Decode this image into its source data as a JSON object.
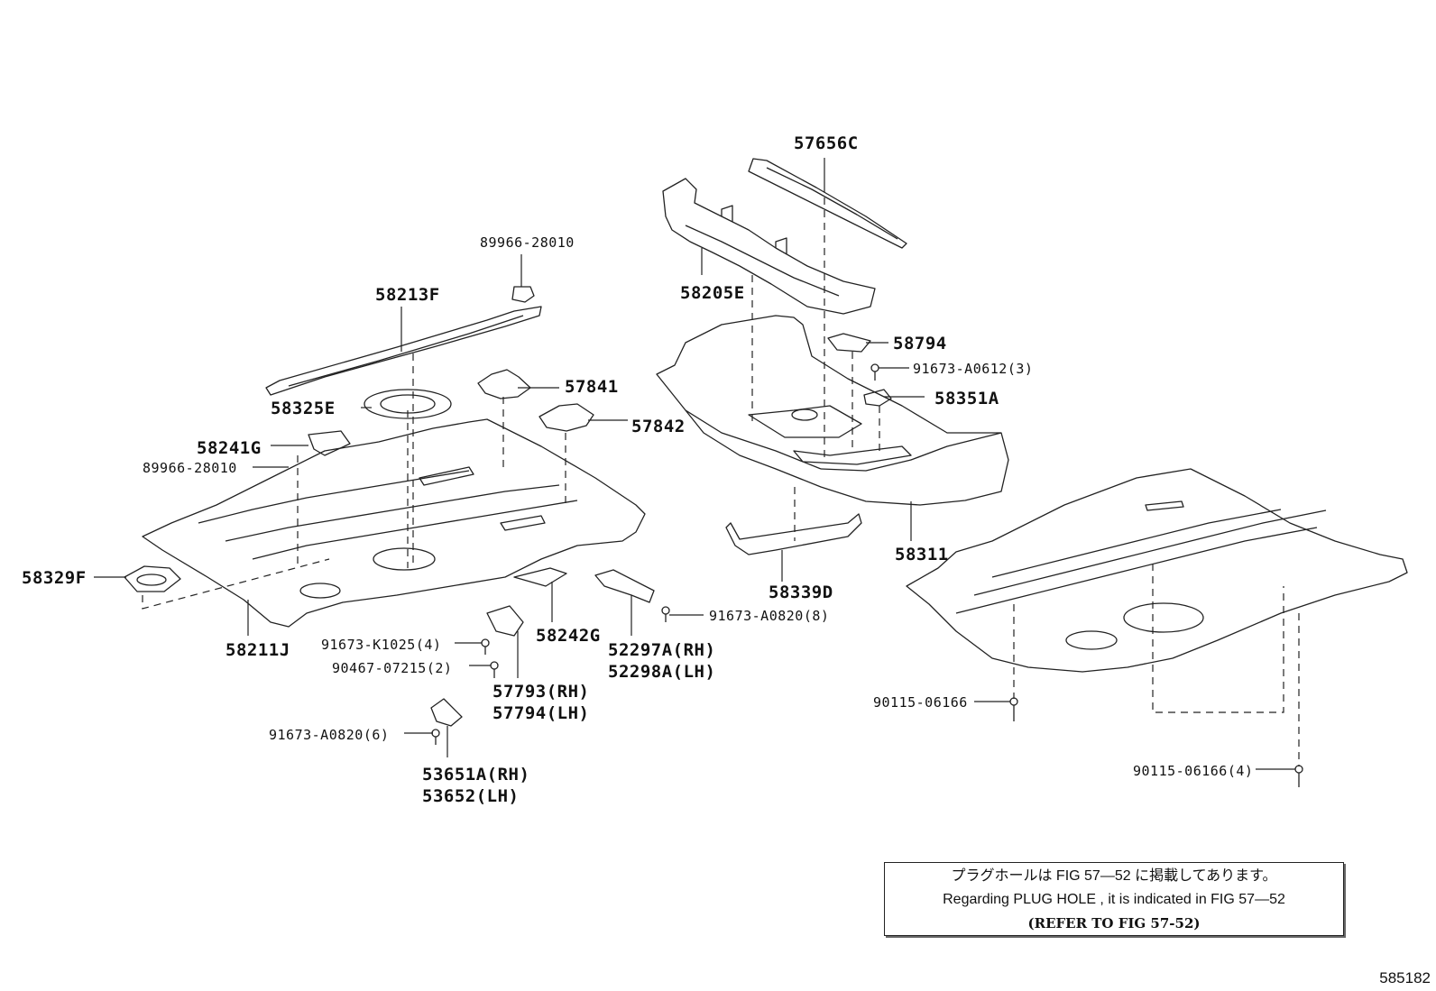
{
  "labels": {
    "p57656C": "57656C",
    "p89966a": "89966-28010",
    "p58213F": "58213F",
    "p58205E": "58205E",
    "p58794": "58794",
    "p91673A0612": "91673-A0612(3)",
    "p58351A": "58351A",
    "p57841": "57841",
    "p58325E": "58325E",
    "p57842": "57842",
    "p58241G": "58241G",
    "p89966b": "89966-28010",
    "p58329F": "58329F",
    "p58311": "58311",
    "p58339D": "58339D",
    "p58242G": "58242G",
    "p91673A0820a": "91673-A0820(8)",
    "p58211J": "58211J",
    "p91673K1025": "91673-K1025(4)",
    "p52297A": "52297A(RH)",
    "p52298A": "52298A(LH)",
    "p90467": "90467-07215(2)",
    "p57793": "57793(RH)",
    "p57794": "57794(LH)",
    "p90115a": "90115-06166",
    "p91673A0820b": "91673-A0820(6)",
    "p53651A": "53651A(RH)",
    "p53652": "53652(LH)",
    "p90115b": "90115-06166(4)"
  },
  "note": {
    "jp": "プラグホールは FIG  57—52 に掲載してあります。",
    "en": "Regarding  PLUG  HOLE , it is indicated in FIG  57—52",
    "ref": "(REFER TO FIG 57-52)"
  },
  "figure_id": "585182"
}
